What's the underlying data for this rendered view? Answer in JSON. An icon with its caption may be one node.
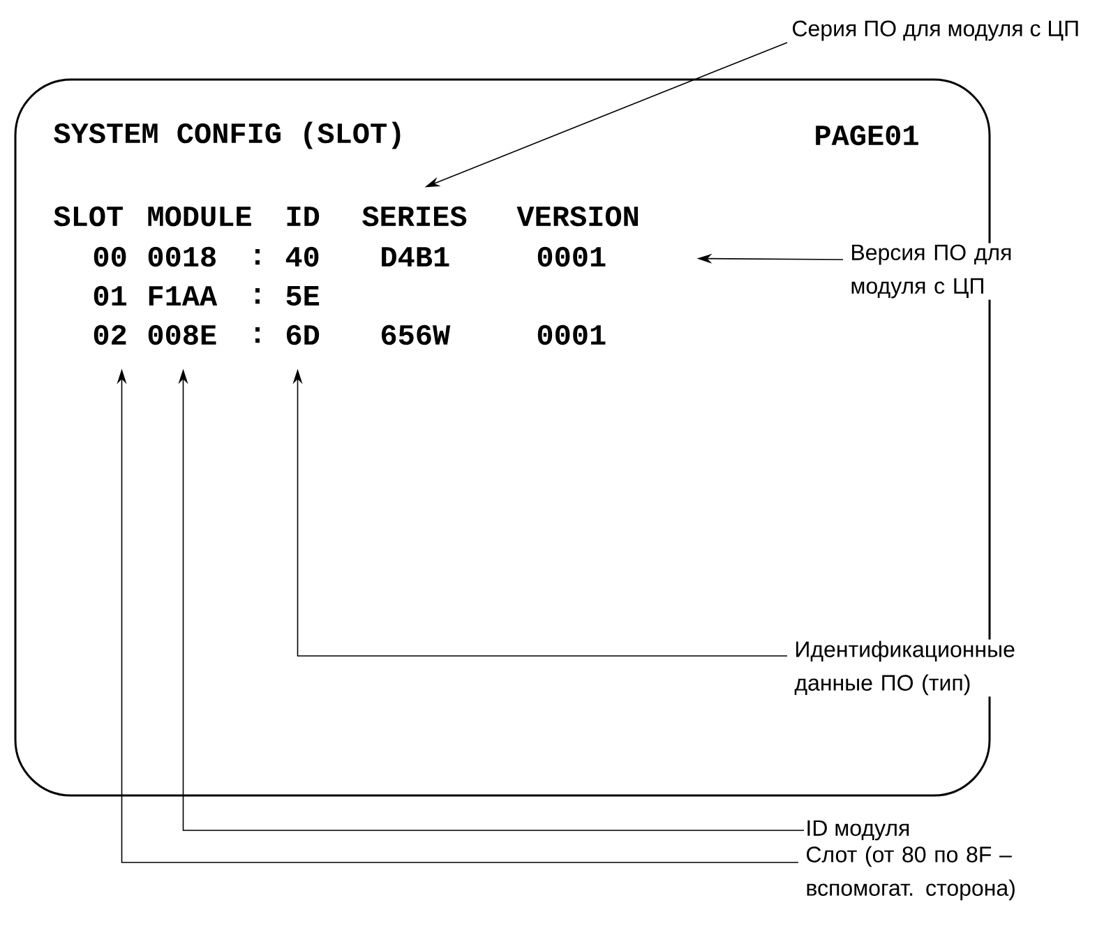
{
  "diagram": {
    "nodes": [
      {
        "text": [],
        "shape": "box"
      },
      {
        "text": [
          "Серия ПО для модуля с ЦП"
        ]
      },
      {
        "text": [
          "Версия ПО для модуля с ЦП"
        ]
      },
      {
        "text": [
          "Идентификационные данные ПО (тип)"
        ]
      },
      {
        "text": [
          "ID модуля"
        ]
      },
      {
        "text": [
          "Слот (от 80 по 8F – вспомогат. сторона)"
        ]
      }
    ],
    "edges": [
      {
        "from": 1,
        "to": 0,
        "arrow": "to"
      },
      {
        "from": 2,
        "to": 0,
        "arrow": "to"
      },
      {
        "from": 3,
        "to": 0,
        "arrow": "to"
      },
      {
        "from": 4,
        "to": 0,
        "arrow": "to"
      },
      {
        "from": 5,
        "to": 0,
        "arrow": "to"
      }
    ],
    "labels": [
      "SYSTEM CONFIG (SLOT)",
      "PAGE01",
      "SLOT",
      "MODULE",
      "ID",
      "SERIES",
      "VERSION",
      "00",
      "0018",
      ":",
      "40",
      "D4B1",
      "0001",
      "01",
      "F1AA",
      ":",
      "5E",
      "02",
      "008E",
      ":",
      "6D",
      "656W",
      "0001"
    ]
  }
}
